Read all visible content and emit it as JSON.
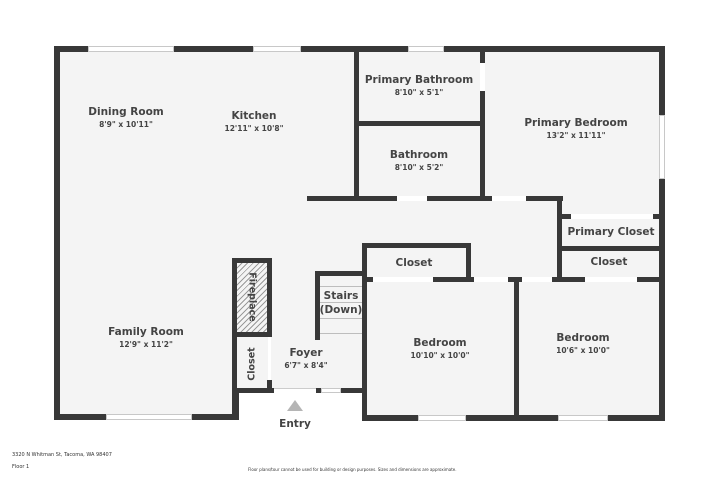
{
  "plan": {
    "address": "3320 N Whitman St, Tacoma, WA 98407",
    "floor": "Floor 1",
    "disclaimer": "Floor plans/tour cannot be used for building or design purposes. Sizes and dimensions are approximate.",
    "entry_label": "Entry",
    "colors": {
      "wall": "#383838",
      "floor": "#f4f4f4",
      "text": "#444444",
      "background": "#ffffff"
    }
  },
  "rooms": {
    "dining": {
      "name": "Dining Room",
      "dim": "8'9\" x 10'11\""
    },
    "kitchen": {
      "name": "Kitchen",
      "dim": "12'11\" x 10'8\""
    },
    "primary_bath": {
      "name": "Primary Bathroom",
      "dim": "8'10\" x 5'1\""
    },
    "bathroom": {
      "name": "Bathroom",
      "dim": "8'10\" x 5'2\""
    },
    "primary_bed": {
      "name": "Primary Bedroom",
      "dim": "13'2\" x 11'11\""
    },
    "primary_closet": {
      "name": "Primary Closet"
    },
    "closet_right": {
      "name": "Closet"
    },
    "closet_mid": {
      "name": "Closet"
    },
    "stairs": {
      "name": "Stairs",
      "sub": "(Down)"
    },
    "fireplace": {
      "name": "Fireplace"
    },
    "closet_foyer": {
      "name": "Closet"
    },
    "foyer": {
      "name": "Foyer",
      "dim": "6'7\" x 8'4\""
    },
    "family": {
      "name": "Family Room",
      "dim": "12'9\" x 11'2\""
    },
    "bedroom_1": {
      "name": "Bedroom",
      "dim": "10'10\" x 10'0\""
    },
    "bedroom_2": {
      "name": "Bedroom",
      "dim": "10'6\" x 10'0\""
    }
  }
}
